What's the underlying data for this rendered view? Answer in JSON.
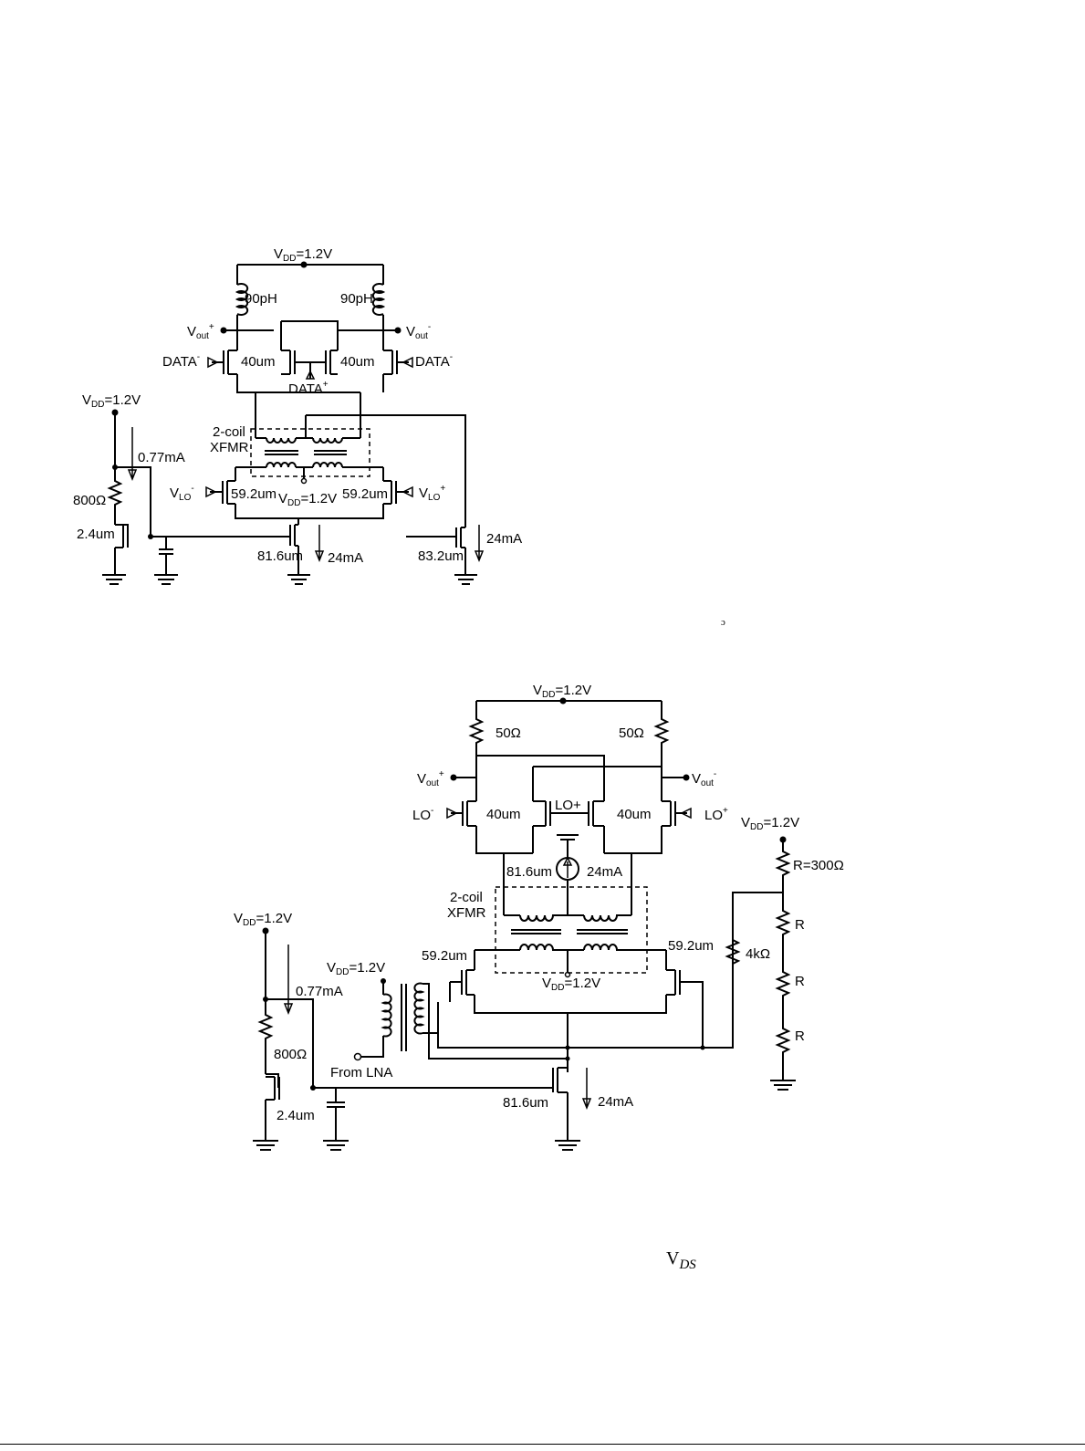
{
  "diagram_top": {
    "vdd_top": "V_DD=1.2V",
    "vdd_bias": "V_DD=1.2V",
    "vdd_center": "V_DD=1.2V",
    "l_left": "90pH",
    "l_right": "90pH",
    "vout_p": "V_out^+",
    "vout_n": "V_out^-",
    "data_n_left": "DATA^-",
    "data_n_right": "DATA^-",
    "data_p": "DATA^+",
    "w_left": "40um",
    "w_right": "40um",
    "xfmr_line1": "2-coil",
    "xfmr_line2": "XFMR",
    "lo_n": "V_LO^-",
    "lo_p": "V_LO^+",
    "w_lo_left": "59.2um",
    "w_lo_right": "59.2um",
    "i_bias": "0.77mA",
    "r_bias": "800Ω",
    "w_bias": "2.4um",
    "w_tail": "81.6um",
    "i_tail": "24mA",
    "w_right_src": "83.2um",
    "i_right_src": "24mA"
  },
  "diagram_bottom": {
    "vdd_top": "V_DD=1.2V",
    "r_left": "50Ω",
    "r_right": "50Ω",
    "vout_p": "V_out^+",
    "vout_n": "V_out^-",
    "lo_n": "LO^-",
    "lo_p": "LO^+",
    "lo_center": "LO+",
    "w_left": "40um",
    "w_right": "40um",
    "w_src": "81.6um",
    "i_src": "24mA",
    "xfmr_line1": "2-coil",
    "xfmr_line2": "XFMR",
    "w_rf_left": "59.2um",
    "w_rf_right": "59.2um",
    "vdd_center": "V_DD=1.2V",
    "vdd_balun": "V_DD=1.2V",
    "from_lna": "From LNA",
    "vdd_bias": "V_DD=1.2V",
    "i_bias": "0.77mA",
    "r_bias": "800Ω",
    "w_bias": "2.4um",
    "w_tail": "81.6um",
    "i_tail": "24mA",
    "vdd_ladder": "V_DD=1.2V",
    "r_ladder_top": "R=300Ω",
    "r_feedback": "4kΩ",
    "r_ladder_1": "R",
    "r_ladder_2": "R",
    "r_ladder_3": "R"
  },
  "stray_marks": {
    "small_mark": "ɔ",
    "vds": "V",
    "vds_sub": "DS"
  }
}
